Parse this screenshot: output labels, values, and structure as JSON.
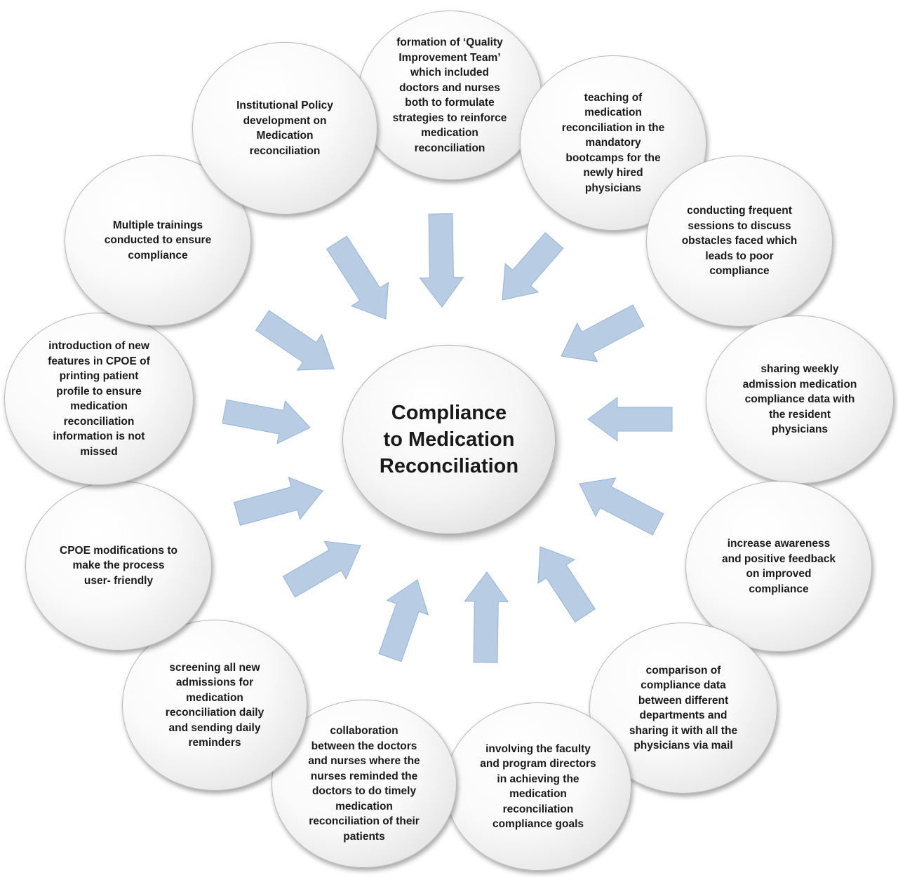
{
  "center": {
    "label": "Compliance\nto Medication\nReconciliation"
  },
  "colors": {
    "arrow_fill": "#b8cce4",
    "arrow_stroke": "#95b3d7",
    "node_border": "#b9b9b9"
  },
  "nodes": [
    {
      "id": "formation-qi-team",
      "label": "formation of ‘Quality\nImprovement Team’\nwhich included\ndoctors and nurses\nboth to formulate\nstrategies to reinforce\nmedication\nreconciliation"
    },
    {
      "id": "teaching-bootcamps",
      "label": "teaching of\nmedication\nreconciliation in the\nmandatory\nbootcamps for the\nnewly hired\nphysicians"
    },
    {
      "id": "frequent-sessions",
      "label": "conducting frequent\nsessions to discuss\nobstacles faced which\nleads to poor\ncompliance"
    },
    {
      "id": "weekly-data",
      "label": "sharing weekly\nadmission medication\ncompliance data with\nthe resident\nphysicians"
    },
    {
      "id": "awareness-feedback",
      "label": "increase awareness\nand positive feedback\non improved\ncompliance"
    },
    {
      "id": "department-comparison",
      "label": "comparison of\ncompliance data\nbetween different\ndepartments and\nsharing it with all the\nphysicians via mail"
    },
    {
      "id": "faculty-involvement",
      "label": "involving the faculty\nand program directors\nin achieving the\nmedication\nreconciliation\ncompliance goals"
    },
    {
      "id": "doctor-nurse-collaboration",
      "label": "collaboration\nbetween the doctors\nand nurses where the\nnurses reminded the\ndoctors to do timely\nmedication\nreconciliation of their\npatients"
    },
    {
      "id": "screening-admissions",
      "label": "screening all new\nadmissions for\nmedication\nreconciliation daily\nand sending daily\nreminders"
    },
    {
      "id": "cpoe-modifications",
      "label": "CPOE modifications to\nmake the process\nuser- friendly"
    },
    {
      "id": "cpoe-features",
      "label": "introduction of new\nfeatures in CPOE of\nprinting patient\nprofile to ensure\nmedication\nreconciliation\ninformation is not\nmissed"
    },
    {
      "id": "multiple-trainings",
      "label": "Multiple trainings\nconducted to ensure\ncompliance"
    },
    {
      "id": "institutional-policy",
      "label": "Institutional Policy\ndevelopment on\nMedication\nreconciliation"
    }
  ]
}
